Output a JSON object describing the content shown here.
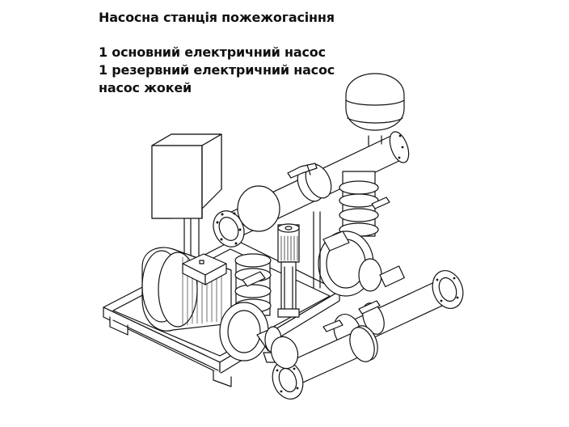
{
  "caption": {
    "title": "Насосна станція пожежогасіння",
    "lines": [
      "1 основний електричний насос",
      "1 резервний електричний насос",
      "насос жокей"
    ]
  },
  "drawing": {
    "subject": "fire-fighting-pump-station",
    "components": [
      "control-cabinet",
      "expansion-tank",
      "main-electric-pump",
      "reserve-electric-pump",
      "jockey-pump",
      "discharge-header",
      "suction-header",
      "base-frame"
    ],
    "line_color": "#111111",
    "background": "#ffffff"
  }
}
